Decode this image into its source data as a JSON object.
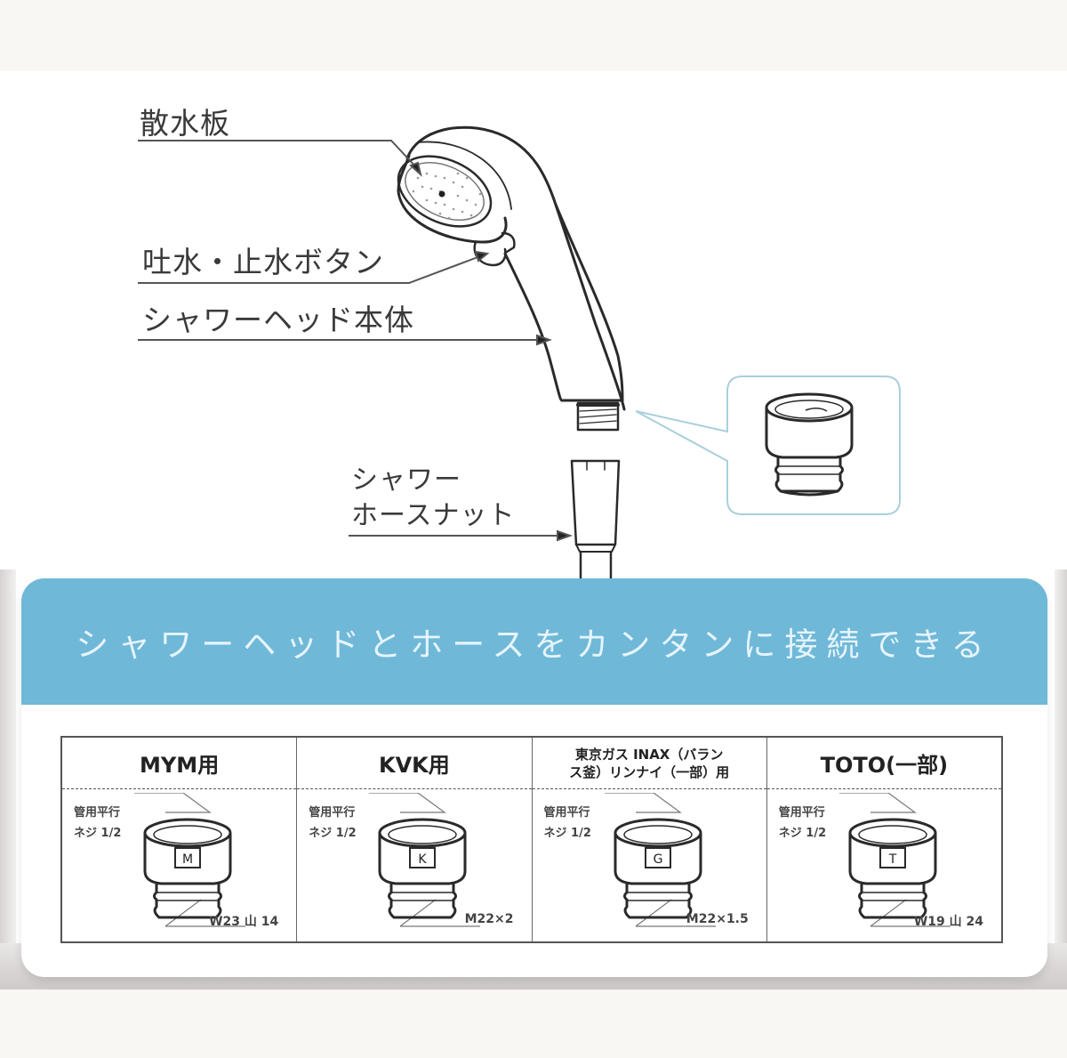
{
  "diagram": {
    "parts": {
      "spray_plate": "散水板",
      "water_button": "吐水・止水ボタン",
      "head_body": "シャワーヘッド本体",
      "hose_nut_line1": "シャワー",
      "hose_nut_line2": "ホースナット"
    },
    "banner_text": "シャワーヘッドとホースをカンタンに接続できる",
    "accent_color": "#6fb8d8"
  },
  "compatibility_table": {
    "columns": [
      {
        "header": "MYM用",
        "spec_top_line1": "管用平行",
        "spec_top_line2": "ネジ 1/2",
        "mark": "M",
        "spec_bottom": "W23 山 14"
      },
      {
        "header": "KVK用",
        "spec_top_line1": "管用平行",
        "spec_top_line2": "ネジ 1/2",
        "mark": "K",
        "spec_bottom": "M22×2"
      },
      {
        "header": "東京ガス INAX（バランス釜）リンナイ（一部）用",
        "header_line1": "東京ガス INAX（バラン",
        "header_line2": "ス釜）リンナイ（一部）用",
        "spec_top_line1": "管用平行",
        "spec_top_line2": "ネジ 1/2",
        "mark": "G",
        "spec_bottom": "M22×1.5"
      },
      {
        "header": "TOTO(一部)",
        "spec_top_line1": "管用平行",
        "spec_top_line2": "ネジ 1/2",
        "mark": "T",
        "spec_bottom": "W19 山 24"
      }
    ]
  }
}
